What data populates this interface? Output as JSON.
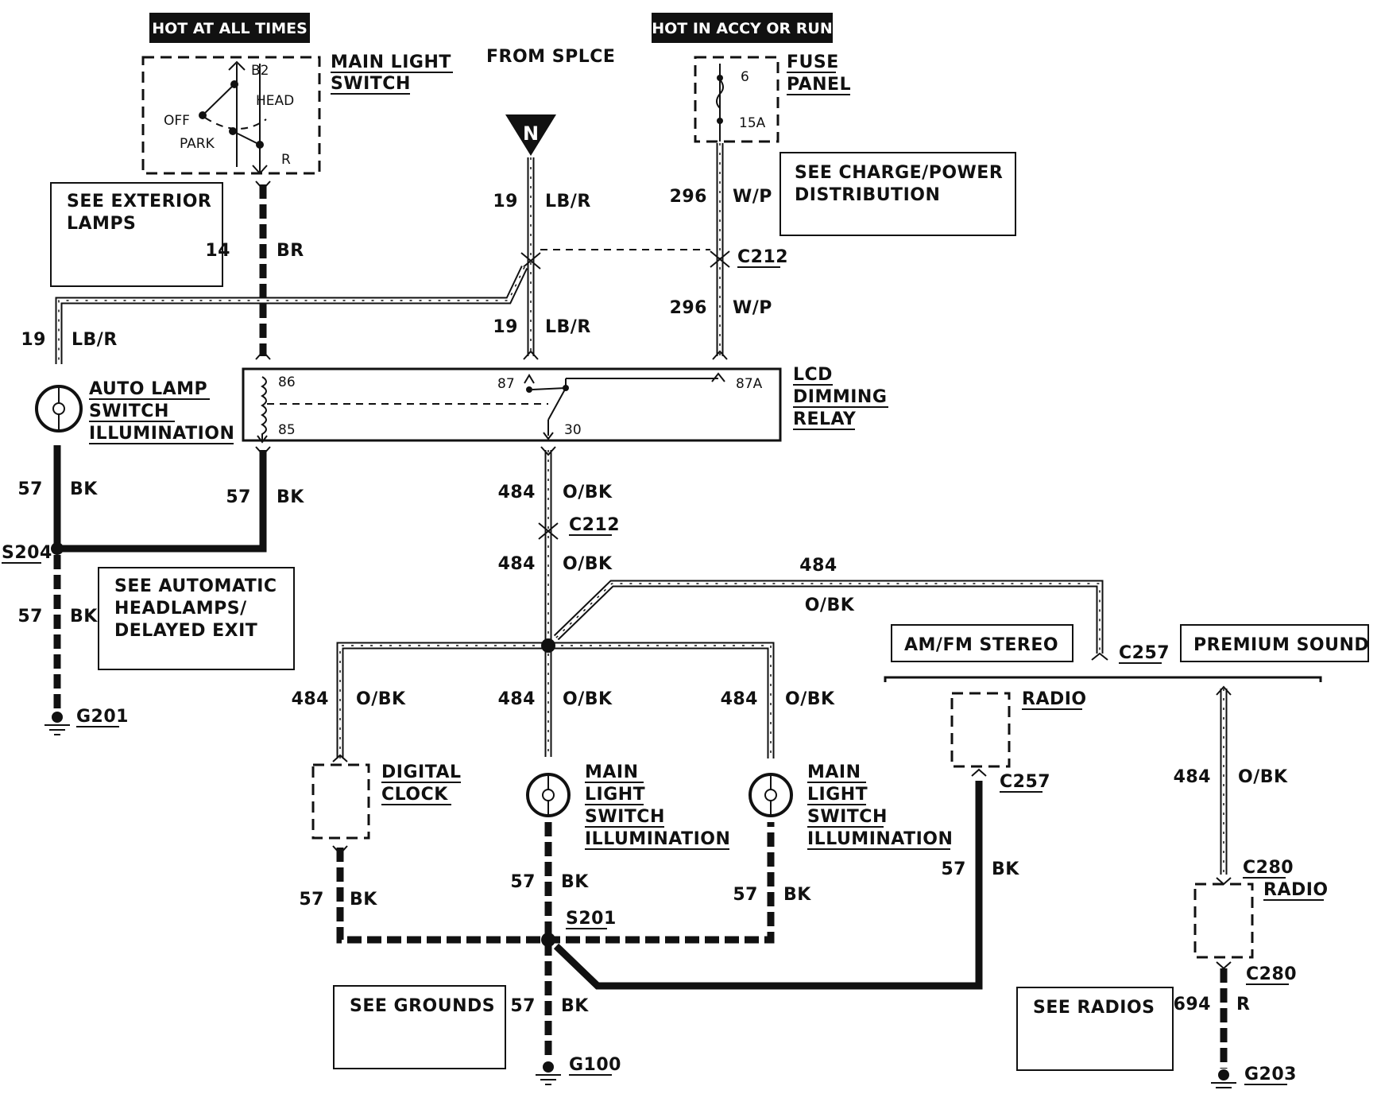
{
  "headers": {
    "hot_at_all_times": "HOT AT ALL TIMES",
    "hot_in_accy_or_run": "HOT IN ACCY OR RUN"
  },
  "labels": {
    "main_light_switch": [
      "MAIN LIGHT",
      "SWITCH"
    ],
    "switch_b2": "B2",
    "switch_head": "HEAD",
    "switch_off": "OFF",
    "switch_park": "PARK",
    "switch_r": "R",
    "from_splice": "FROM SPLCE",
    "splice_n": "N",
    "fuse_panel": [
      "FUSE",
      "PANEL"
    ],
    "fuse_number": "6",
    "fuse_rating": "15A",
    "lcd_dimming_relay": [
      "LCD",
      "DIMMING",
      "RELAY"
    ],
    "relay_pin_86": "86",
    "relay_pin_85": "85",
    "relay_pin_87": "87",
    "relay_pin_87a": "87A",
    "relay_pin_30": "30",
    "auto_lamp": [
      "AUTO LAMP",
      "SWITCH",
      "ILLUMINATION"
    ],
    "digital_clock": [
      "DIGITAL",
      "CLOCK"
    ],
    "main_light_illum_1": [
      "MAIN",
      "LIGHT",
      "SWITCH",
      "ILLUMINATION"
    ],
    "main_light_illum_2": [
      "MAIN",
      "LIGHT",
      "SWITCH",
      "ILLUMINATION"
    ],
    "radio_1": "RADIO",
    "radio_2": "RADIO"
  },
  "reference_boxes": {
    "exterior_lamps": [
      "SEE EXTERIOR",
      "LAMPS"
    ],
    "charge_power": [
      "SEE CHARGE/POWER",
      "DISTRIBUTION"
    ],
    "automatic_headlamps": [
      "SEE AUTOMATIC",
      "HEADLAMPS/",
      "DELAYED EXIT"
    ],
    "grounds": "SEE GROUNDS",
    "radios": "SEE RADIOS",
    "am_fm_stereo": "AM/FM STEREO",
    "premium_sound": "PREMIUM SOUND"
  },
  "connectors": {
    "c212_a": "C212",
    "c212_b": "C212",
    "c257_a": "C257",
    "c257_b": "C257",
    "c280_a": "C280",
    "c280_b": "C280"
  },
  "splices": {
    "s204": "S204",
    "s201": "S201"
  },
  "grounds": {
    "g201": "G201",
    "g100": "G100",
    "g203": "G203"
  },
  "wires": {
    "w14": {
      "num": "14",
      "color": "BR"
    },
    "w19_top": {
      "num": "19",
      "color": "LB/R"
    },
    "w19_mid": {
      "num": "19",
      "color": "LB/R"
    },
    "w19_left": {
      "num": "19",
      "color": "LB/R"
    },
    "w296_top": {
      "num": "296",
      "color": "W/P"
    },
    "w296_mid": {
      "num": "296",
      "color": "W/P"
    },
    "w57_auto": {
      "num": "57",
      "color": "BK"
    },
    "w57_relay": {
      "num": "57",
      "color": "BK"
    },
    "w57_left_low": {
      "num": "57",
      "color": "BK"
    },
    "w484_relay": {
      "num": "484",
      "color": "O/BK"
    },
    "w484_below_c212": {
      "num": "484",
      "color": "O/BK"
    },
    "w484_top_run": {
      "num": "484",
      "color": "O/BK"
    },
    "w484_clock": {
      "num": "484",
      "color": "O/BK"
    },
    "w484_mid": {
      "num": "484",
      "color": "O/BK"
    },
    "w484_right": {
      "num": "484",
      "color": "O/BK"
    },
    "w484_premium": {
      "num": "484",
      "color": "O/BK"
    },
    "w57_clock": {
      "num": "57",
      "color": "BK"
    },
    "w57_mid": {
      "num": "57",
      "color": "BK"
    },
    "w57_right": {
      "num": "57",
      "color": "BK"
    },
    "w57_radio": {
      "num": "57",
      "color": "BK"
    },
    "w57_ground": {
      "num": "57",
      "color": "BK"
    },
    "w694": {
      "num": "694",
      "color": "R"
    }
  }
}
